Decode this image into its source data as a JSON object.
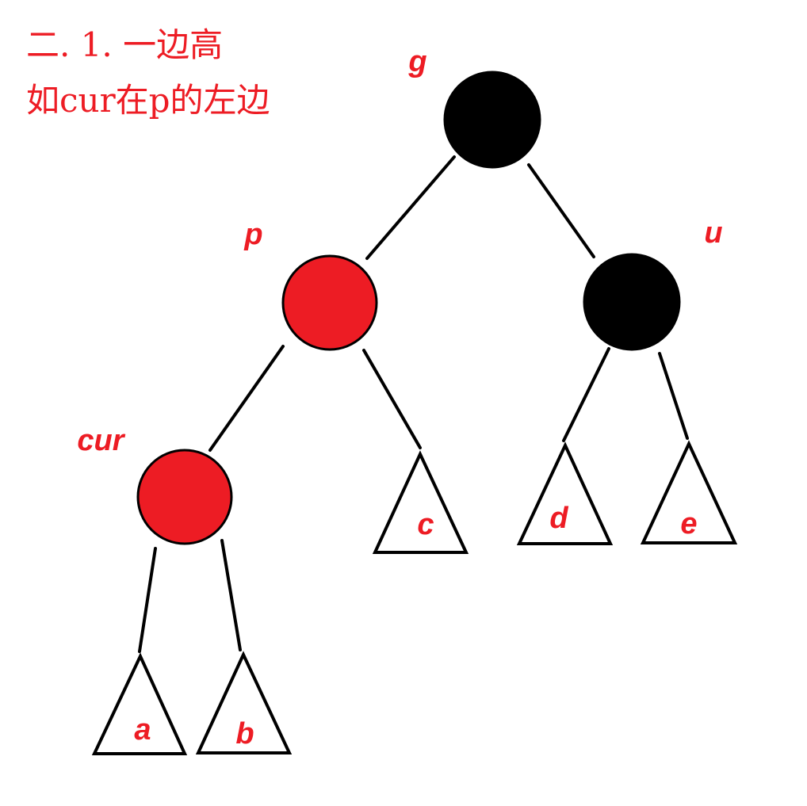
{
  "title": {
    "line1": "二. 1. 一边高",
    "line2": "如cur在p的左边"
  },
  "colors": {
    "red": "#ed1c24",
    "black": "#000000"
  },
  "tree": {
    "nodes": {
      "g": {
        "label": "g",
        "color": "black"
      },
      "p": {
        "label": "p",
        "color": "red"
      },
      "u": {
        "label": "u",
        "color": "black"
      },
      "cur": {
        "label": "cur",
        "color": "red"
      }
    },
    "subtrees": {
      "a": "a",
      "b": "b",
      "c": "c",
      "d": "d",
      "e": "e"
    }
  }
}
